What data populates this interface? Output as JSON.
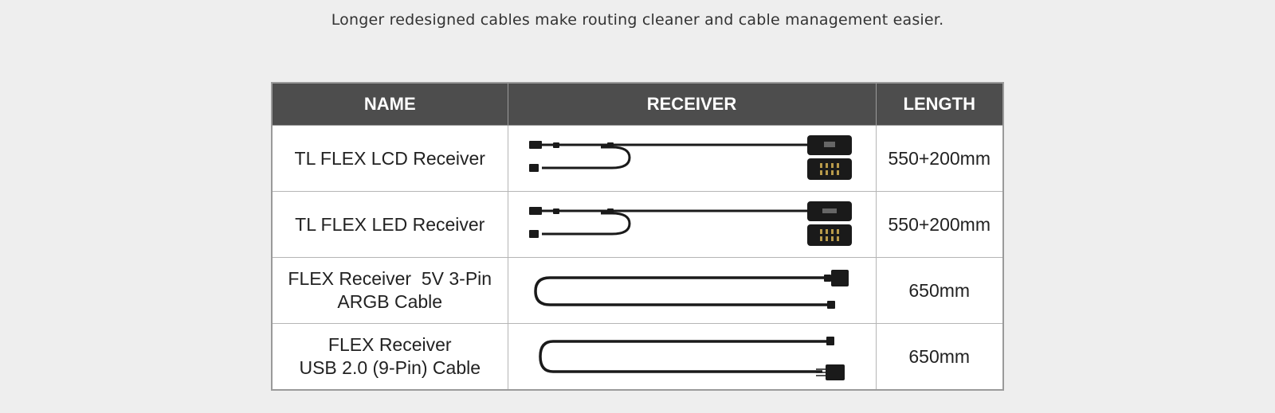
{
  "caption": "Longer redesigned cables make routing cleaner and cable management easier.",
  "table": {
    "headers": [
      "NAME",
      "RECEIVER",
      "LENGTH"
    ],
    "rows": [
      {
        "name": [
          "TL FLEX LCD Receiver"
        ],
        "receiver_icon": "lcd-receiver-cable-icon",
        "length": "550+200mm"
      },
      {
        "name": [
          "TL FLEX LED Receiver"
        ],
        "receiver_icon": "led-receiver-cable-icon",
        "length": "550+200mm"
      },
      {
        "name": [
          "FLEX Receiver  5V 3-Pin",
          "ARGB Cable"
        ],
        "receiver_icon": "argb-3pin-cable-icon",
        "length": "650mm"
      },
      {
        "name": [
          "FLEX Receiver",
          "USB 2.0 (9-Pin) Cable"
        ],
        "receiver_icon": "usb-9pin-cable-icon",
        "length": "650mm"
      }
    ]
  },
  "colors": {
    "background": "#eeeeee",
    "header_bg": "#4d4d4d",
    "header_text": "#ffffff",
    "cable": "#1a1a1a"
  }
}
